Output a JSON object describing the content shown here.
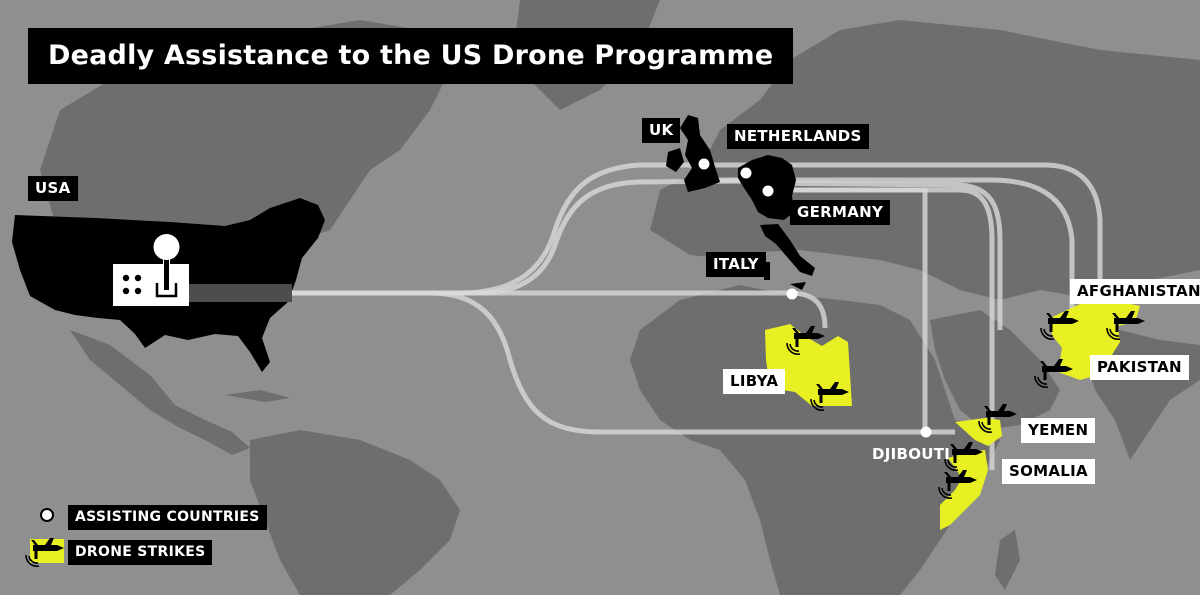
{
  "title": "Deadly Assistance to the US Drone Programme",
  "colors": {
    "ocean": "#8f8f8f",
    "land": "#6e6e6e",
    "usa": "#000000",
    "assisting": "#000000",
    "strike_zone": "#e8ef22",
    "route": "#d8d8d8",
    "label_dark_bg": "#000000",
    "label_light_bg": "#ffffff"
  },
  "labels": {
    "usa": "USA",
    "uk": "UK",
    "netherlands": "NETHERLANDS",
    "germany": "GERMANY",
    "italy": "ITALY",
    "djibouti": "DJIBOUTI",
    "libya": "LIBYA",
    "afghanistan": "AFGHANISTAN",
    "pakistan": "PAKISTAN",
    "yemen": "YEMEN",
    "somalia": "SOMALIA"
  },
  "legend": {
    "assisting": {
      "label": "ASSISTING COUNTRIES",
      "icon": "white-dot-icon"
    },
    "strikes": {
      "label": "DRONE STRIKES",
      "icon": "drone-icon"
    }
  },
  "icons": {
    "controller": "drone-controller-joystick-icon",
    "hub": "white-dot-icon",
    "strike": "drone-icon"
  }
}
